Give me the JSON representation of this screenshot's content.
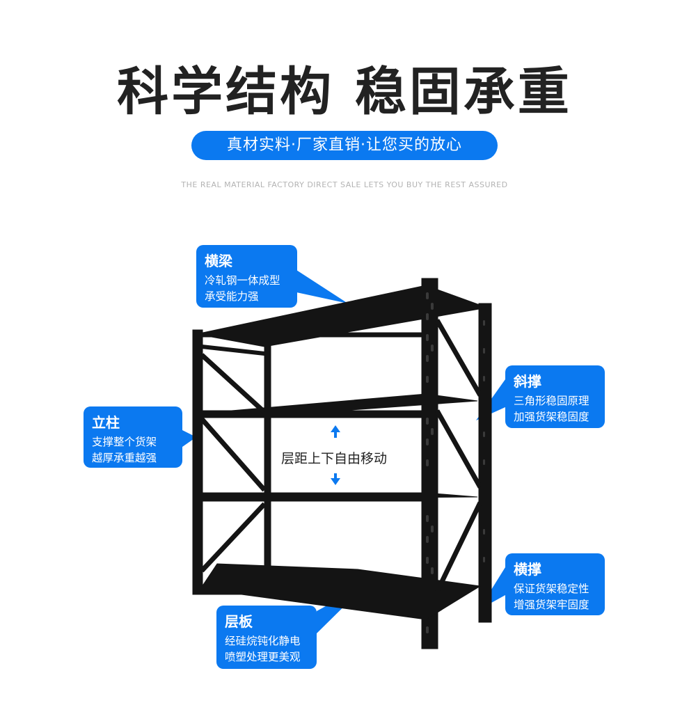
{
  "header": {
    "title": "科学结构 稳固承重",
    "pill_text": "真材实料·厂家直销·让您买的放心",
    "english_sub": "THE REAL MATERIAL FACTORY DIRECT SALE LETS YOU BUY THE REST ASSURED"
  },
  "callouts": {
    "beam": {
      "title": "横梁",
      "line1": "冷轧钢一体成型",
      "line2": "承受能力强"
    },
    "upright": {
      "title": "立柱",
      "line1": "支撑整个货架",
      "line2": "越厚承重越强"
    },
    "diagonal": {
      "title": "斜撑",
      "line1": "三角形稳固原理",
      "line2": "加强货架稳固度"
    },
    "cross": {
      "title": "横撑",
      "line1": "保证货架稳定性",
      "line2": "增强货架牢固度"
    },
    "panel": {
      "title": "层板",
      "line1": "经硅烷钝化静电",
      "line2": "喷塑处理更美观"
    }
  },
  "center_label": "层距上下自由移动",
  "colors": {
    "accent": "#0b79f0",
    "title": "#222222",
    "shelf": "#141414"
  },
  "icons": {
    "up": "arrow-up-icon",
    "down": "arrow-down-icon"
  }
}
